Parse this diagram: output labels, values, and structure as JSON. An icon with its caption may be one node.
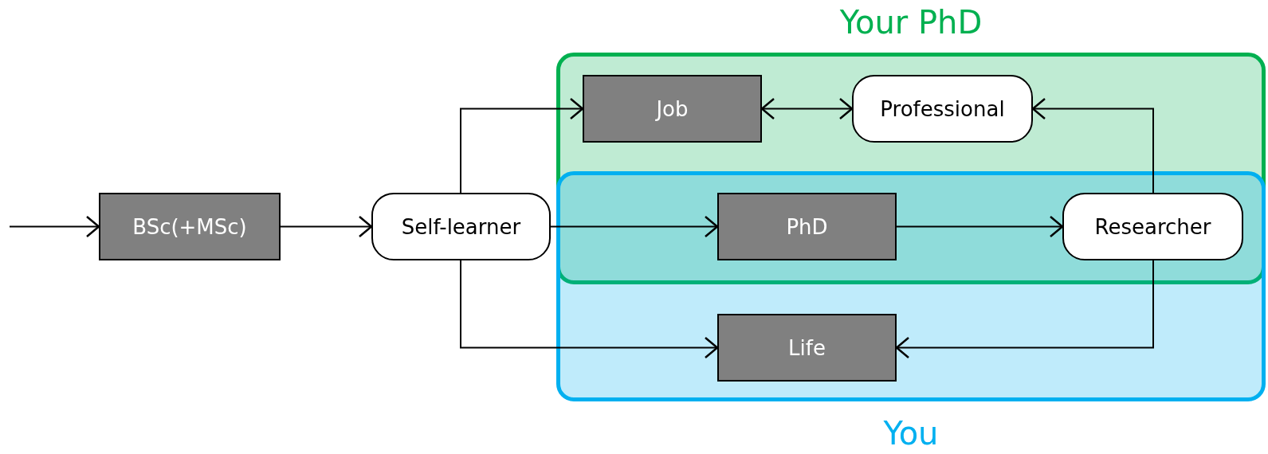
{
  "diagram": {
    "nodes": [
      {
        "text": [
          "Your PhD"
        ]
      },
      {
        "text": [
          "You"
        ]
      },
      {
        "text": [
          "BSc(+MSc)"
        ]
      },
      {
        "text": [
          "Self-learner"
        ]
      },
      {
        "text": [
          "Job"
        ],
        "in": 0
      },
      {
        "text": [
          "Professional"
        ],
        "in": 0
      },
      {
        "text": [
          "PhD"
        ]
      },
      {
        "text": [
          "Researcher"
        ]
      },
      {
        "text": [
          "Life"
        ],
        "in": 1
      }
    ],
    "edges": [
      {
        "from": null,
        "to": 2,
        "arrow": "to"
      },
      {
        "from": 2,
        "to": 3,
        "arrow": "to"
      },
      {
        "from": 3,
        "to": 4,
        "arrow": "to"
      },
      {
        "from": 3,
        "to": 6,
        "arrow": "to"
      },
      {
        "from": 3,
        "to": 8,
        "arrow": "to"
      },
      {
        "from": 4,
        "to": 5,
        "arrow": "both"
      },
      {
        "from": 6,
        "to": 7,
        "arrow": "to"
      },
      {
        "from": 7,
        "to": 5,
        "arrow": "to"
      },
      {
        "from": 7,
        "to": 8,
        "arrow": "to"
      }
    ]
  }
}
